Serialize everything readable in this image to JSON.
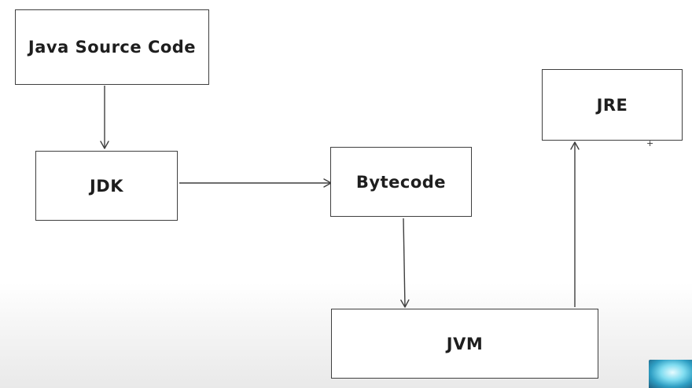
{
  "nodes": {
    "source": "Java Source Code",
    "jdk": "JDK",
    "bytecode": "Bytecode",
    "jre": "JRE",
    "jvm": "JVM"
  },
  "colors": {
    "stroke": "#3f3f3f",
    "text": "#1e1e1e",
    "background": "#ffffff"
  },
  "edges": [
    {
      "from": "Java Source Code",
      "to": "JDK"
    },
    {
      "from": "JDK",
      "to": "Bytecode"
    },
    {
      "from": "Bytecode",
      "to": "JVM"
    },
    {
      "from": "JVM",
      "to": "JRE"
    }
  ],
  "cursor_glyph": "+"
}
